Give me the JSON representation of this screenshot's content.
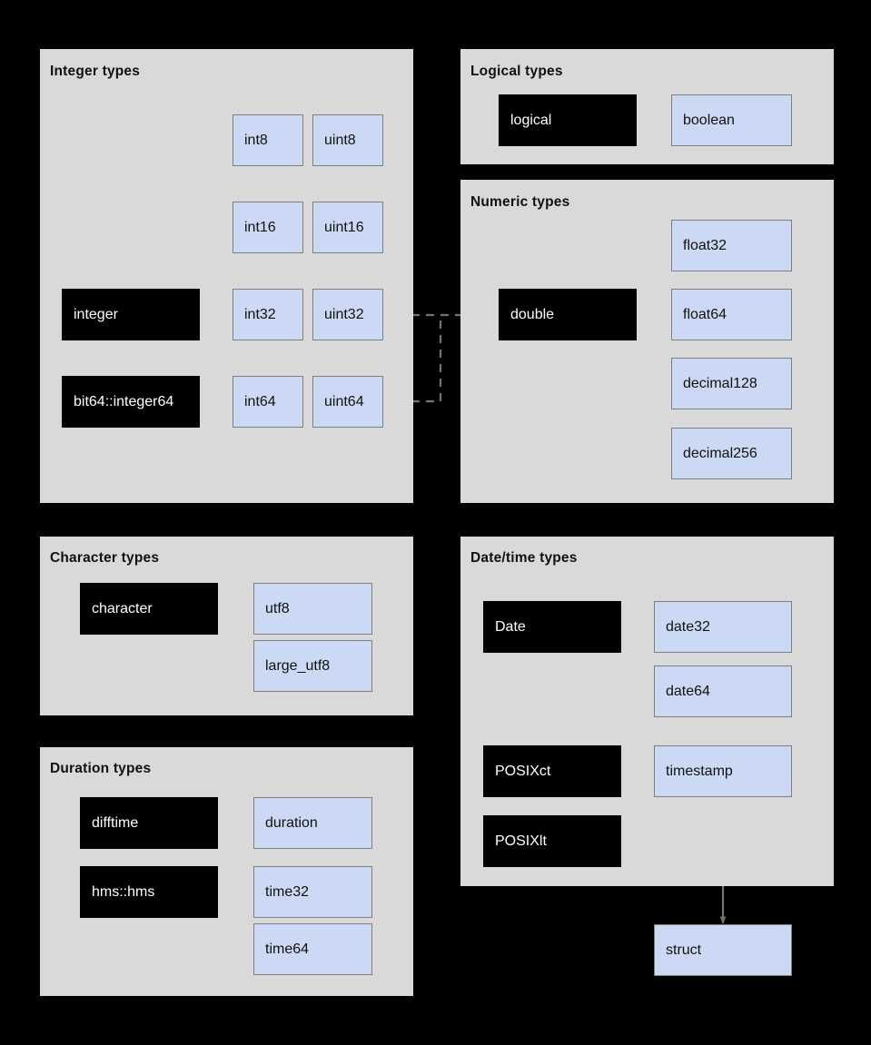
{
  "diagram": {
    "title_hidden": "R to Arrow type mappings",
    "colors": {
      "background": "#000000",
      "panel": "#d9d9d9",
      "r_type_box": "#000000",
      "arrow_type_box": "#ccd9f5",
      "connector": "#737373",
      "box_border": "#7f7f7f"
    },
    "panels": [
      {
        "key": "integer",
        "title": "Integer types",
        "nodes": [
          {
            "label": "int8",
            "kind": "arrow"
          },
          {
            "label": "uint8",
            "kind": "arrow"
          },
          {
            "label": "int16",
            "kind": "arrow"
          },
          {
            "label": "uint16",
            "kind": "arrow"
          },
          {
            "label": "integer",
            "kind": "r"
          },
          {
            "label": "int32",
            "kind": "arrow"
          },
          {
            "label": "uint32",
            "kind": "arrow"
          },
          {
            "label": "bit64::integer64",
            "kind": "r"
          },
          {
            "label": "int64",
            "kind": "arrow"
          },
          {
            "label": "uint64",
            "kind": "arrow"
          }
        ]
      },
      {
        "key": "logical",
        "title": "Logical types",
        "nodes": [
          {
            "label": "logical",
            "kind": "r"
          },
          {
            "label": "boolean",
            "kind": "arrow"
          }
        ]
      },
      {
        "key": "numeric",
        "title": "Numeric types",
        "nodes": [
          {
            "label": "float32",
            "kind": "arrow"
          },
          {
            "label": "double",
            "kind": "r"
          },
          {
            "label": "float64",
            "kind": "arrow"
          },
          {
            "label": "decimal128",
            "kind": "arrow"
          },
          {
            "label": "decimal256",
            "kind": "arrow"
          }
        ]
      },
      {
        "key": "character",
        "title": "Character  types",
        "nodes": [
          {
            "label": "character",
            "kind": "r"
          },
          {
            "label": "utf8",
            "kind": "arrow"
          },
          {
            "label": "large_utf8",
            "kind": "arrow"
          }
        ]
      },
      {
        "key": "datetime",
        "title": "Date/time types",
        "nodes": [
          {
            "label": "Date",
            "kind": "r"
          },
          {
            "label": "date32",
            "kind": "arrow"
          },
          {
            "label": "date64",
            "kind": "arrow"
          },
          {
            "label": "POSIXct",
            "kind": "r"
          },
          {
            "label": "timestamp",
            "kind": "arrow"
          },
          {
            "label": "POSIXlt",
            "kind": "r"
          }
        ]
      },
      {
        "key": "duration",
        "title": "Duration  types",
        "nodes": [
          {
            "label": "difftime",
            "kind": "r"
          },
          {
            "label": "duration",
            "kind": "arrow"
          },
          {
            "label": "hms::hms",
            "kind": "r"
          },
          {
            "label": "time32",
            "kind": "arrow"
          },
          {
            "label": "time64",
            "kind": "arrow"
          }
        ]
      }
    ],
    "standalone_nodes": [
      {
        "label": "struct",
        "kind": "arrow"
      }
    ]
  }
}
